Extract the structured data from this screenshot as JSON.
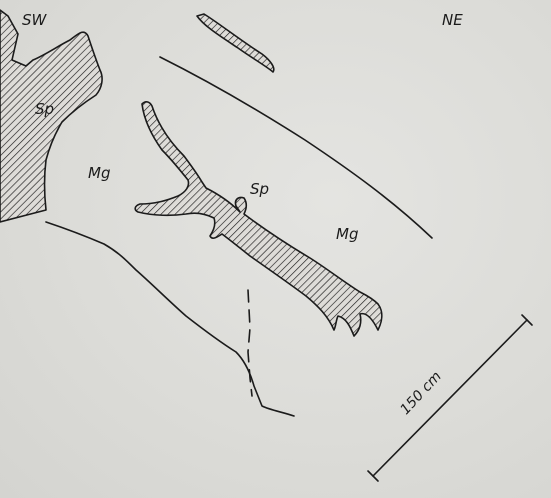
{
  "figure": {
    "orientation": {
      "left": "SW",
      "right": "NE"
    },
    "rock_labels": {
      "sp_upper": "Sp",
      "mg_upper": "Mg",
      "sp_center": "Sp",
      "mg_center": "Mg"
    },
    "scale_bar": {
      "label": "150 cm"
    },
    "colors": {
      "ink": "#1b1b1b",
      "paper": "#dcdcd9"
    }
  }
}
